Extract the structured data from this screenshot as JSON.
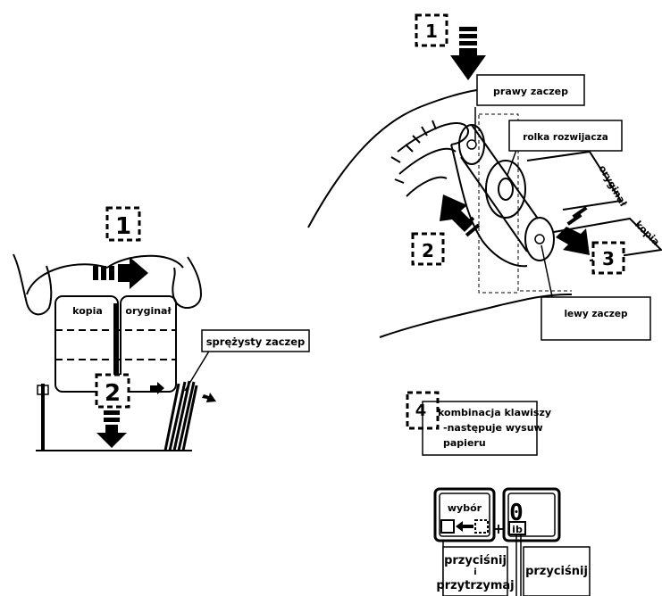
{
  "steps": {
    "left_1": "1",
    "left_2": "2",
    "right_1": "1",
    "right_2": "2",
    "right_3": "3",
    "bottom_4": "4"
  },
  "left_panel": {
    "label_kopia": "kopia",
    "label_oryginal": "oryginał",
    "callout_spring_clip": "sprężysty zaczep"
  },
  "right_panel": {
    "callout_right_clip": "prawy zaczep",
    "callout_roller": "rolka rozwijacza",
    "callout_left_clip": "lewy zaczep",
    "paper_oryginal": "oryginał",
    "paper_kopia": "kopia"
  },
  "keys_panel": {
    "combination_text": [
      "kombinacja klawiszy",
      "-następuje wysuw",
      "papieru"
    ],
    "key_wybor": "wybór",
    "key_zero": "0",
    "key_zero_sub": "ib",
    "plus": "+",
    "caption_left": [
      "przyciśnij",
      "i",
      "przytrzymaj"
    ],
    "caption_right": "przyciśnij"
  }
}
